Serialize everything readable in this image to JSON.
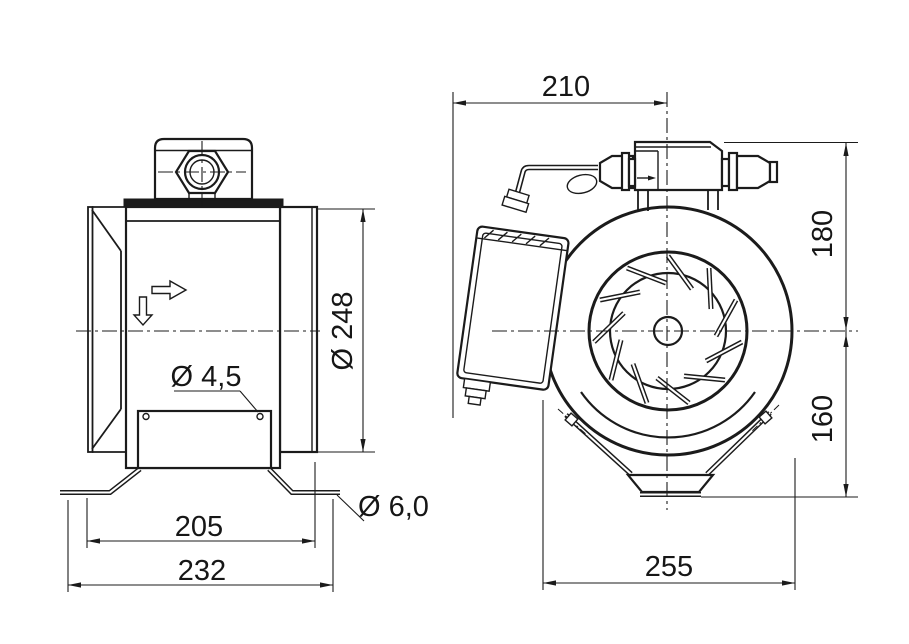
{
  "drawing": {
    "kind": "technical-dimension-drawing",
    "colors": {
      "line": "#1b1b1b",
      "background": "#ffffff"
    },
    "side_view": {
      "dims": {
        "duct_diameter": "Ø 248",
        "bracket_hole_diameter": "Ø 4,5",
        "foot_hole_diameter": "Ø 6,0",
        "foot_hole_spacing": "205",
        "overall_foot_width": "232"
      }
    },
    "front_view": {
      "dims": {
        "left_extent_to_center": "210",
        "center_to_top": "180",
        "center_to_bottom": "160",
        "bracket_overall_width": "255"
      }
    }
  }
}
